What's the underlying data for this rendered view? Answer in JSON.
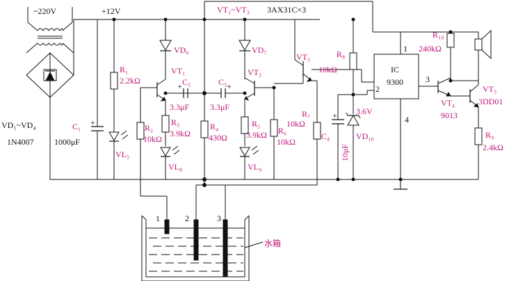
{
  "mains": {
    "voltage": "~220V"
  },
  "supply": {
    "rail": "+12V"
  },
  "bridge": {
    "label": "VD₁~VD₄",
    "part": "1N4007"
  },
  "components": {
    "C1": {
      "ref": "C₁",
      "value": "1000μF"
    },
    "R1": {
      "ref": "R₁",
      "value": "2.2kΩ"
    },
    "VL5": {
      "ref": "VL₅"
    },
    "R2": {
      "ref": "R₂",
      "value": "10kΩ"
    },
    "VD6": {
      "ref": "VD₆"
    },
    "VT1": {
      "ref": "VT₁"
    },
    "C2": {
      "ref": "C₂",
      "value": "3.3μF"
    },
    "R3": {
      "ref": "R₃",
      "value": "3.9kΩ"
    },
    "VL8": {
      "ref": "VL₈"
    },
    "R4": {
      "ref": "R₄",
      "value": "430Ω"
    },
    "C3": {
      "ref": "C₃",
      "value": "3.3μF"
    },
    "VD7": {
      "ref": "VD₇"
    },
    "VT2": {
      "ref": "VT₂"
    },
    "R5": {
      "ref": "R₅",
      "value": "3.9kΩ"
    },
    "VL9": {
      "ref": "VL₉"
    },
    "R6": {
      "ref": "R₆",
      "value": "10kΩ"
    },
    "R7": {
      "ref": "R₇",
      "value": "10kΩ"
    },
    "VT3": {
      "ref": "VT₃"
    },
    "R8": {
      "ref": "R₈",
      "value": "10kΩ"
    },
    "C4": {
      "ref": "C₄",
      "value": "10μF"
    },
    "VD10": {
      "ref": "VD₁₀",
      "value": "3.6V"
    },
    "IC": {
      "ref": "IC",
      "part": "9300",
      "pin1": "1",
      "pin2": "2",
      "pin3": "3",
      "pin4": "4"
    },
    "R10": {
      "ref": "R₁₀",
      "value": "240kΩ"
    },
    "VT4": {
      "ref": "VT₄",
      "part": "9013"
    },
    "VT5": {
      "ref": "VT₅",
      "part": "3DD01"
    },
    "R9": {
      "ref": "R₉",
      "value": "2.4kΩ"
    }
  },
  "transistor_group": {
    "label": "VT₁~VT₃",
    "part": "3AX31C×3"
  },
  "tank": {
    "label": "水箱",
    "probe1": "1",
    "probe2": "2",
    "probe3": "3"
  },
  "polarity": {
    "plus": "+"
  }
}
